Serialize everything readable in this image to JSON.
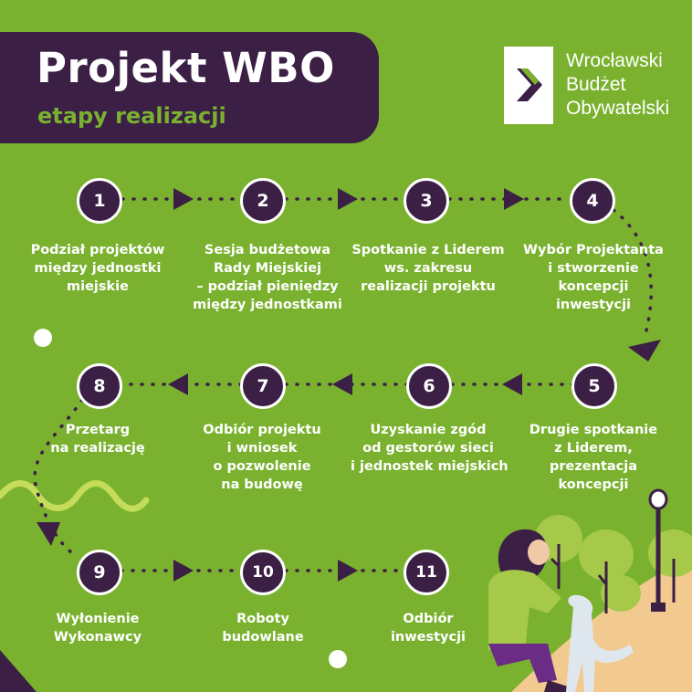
{
  "header": {
    "title": "Projekt WBO",
    "subtitle": "etapy realizacji"
  },
  "logo": {
    "icon": "chevron-right-icon",
    "lines": [
      "Wrocławski",
      "Budżet",
      "Obywatelski"
    ]
  },
  "colors": {
    "background": "#7ab22f",
    "dark_purple": "#3b1f45",
    "white": "#ffffff",
    "light_green": "#c5db5a",
    "sand": "#f2c98f"
  },
  "steps": [
    {
      "number": "1",
      "lines": [
        "Podział projektów",
        "między jednostki",
        "miejskie"
      ]
    },
    {
      "number": "2",
      "lines": [
        "Sesja budżetowa",
        "Rady Miejskiej",
        "– podział pieniędzy",
        "między jednostkami"
      ]
    },
    {
      "number": "3",
      "lines": [
        "Spotkanie z Liderem",
        "ws. zakresu",
        "realizacji projektu"
      ]
    },
    {
      "number": "4",
      "lines": [
        "Wybór Projektanta",
        "i stworzenie",
        "koncepcji",
        "inwestycji"
      ]
    },
    {
      "number": "5",
      "lines": [
        "Drugie spotkanie",
        "z Liderem,",
        "prezentacja",
        "koncepcji"
      ]
    },
    {
      "number": "6",
      "lines": [
        "Uzyskanie zgód",
        "od gestorów sieci",
        "i jednostek miejskich"
      ]
    },
    {
      "number": "7",
      "lines": [
        "Odbiór projektu",
        "i wniosek",
        "o pozwolenie",
        "na budowę"
      ]
    },
    {
      "number": "8",
      "lines": [
        "Przetarg",
        "na realizację"
      ]
    },
    {
      "number": "9",
      "lines": [
        "Wyłonienie",
        "Wykonawcy"
      ]
    },
    {
      "number": "10",
      "lines": [
        "Roboty",
        "budowlane"
      ]
    },
    {
      "number": "11",
      "lines": [
        "Odbiór",
        "inwestycji"
      ]
    }
  ]
}
